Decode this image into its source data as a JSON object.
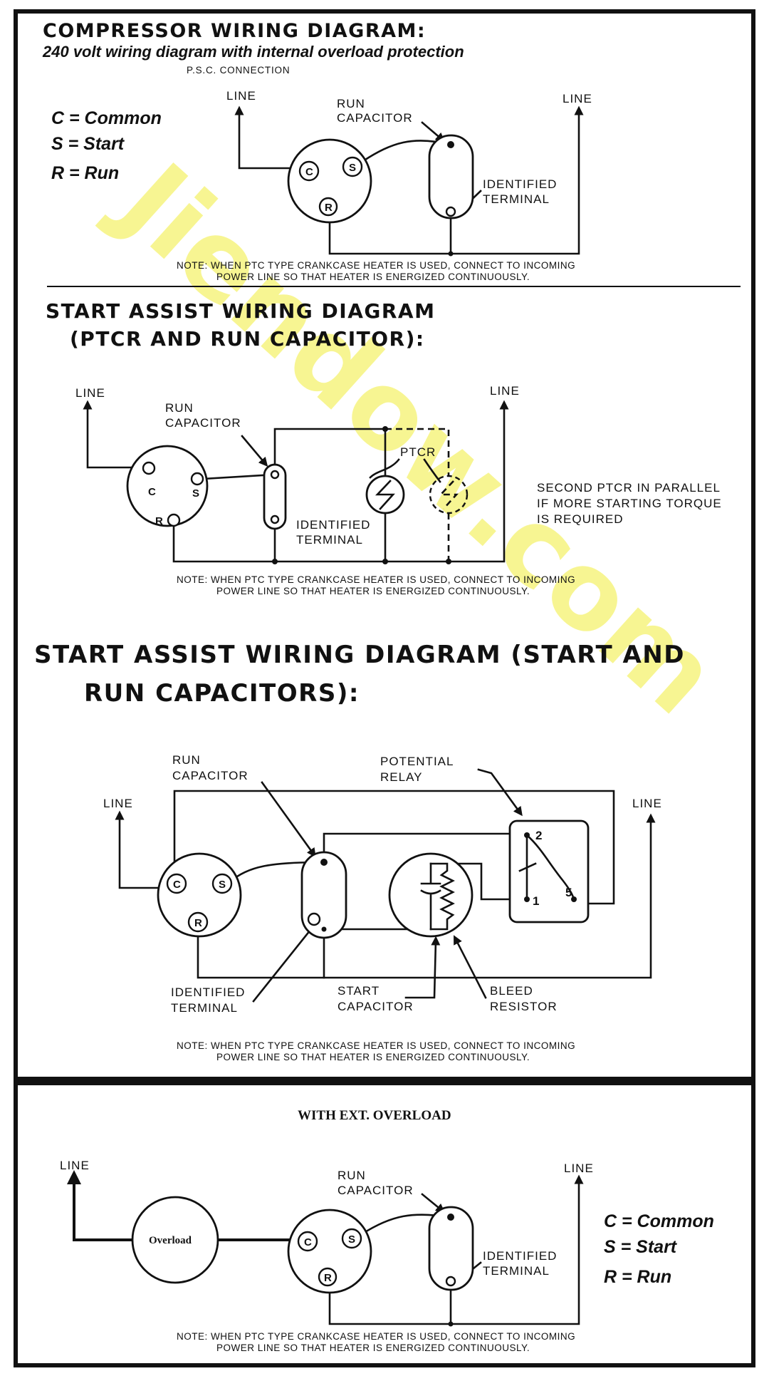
{
  "section1": {
    "title": "COMPRESSOR WIRING DIAGRAM:",
    "subtitle": "240 volt wiring diagram with internal overload protection",
    "connection_label": "P.S.C. CONNECTION",
    "legend": [
      "C = Common",
      "S = Start",
      "R = Run"
    ],
    "line_left": "LINE",
    "line_right": "LINE",
    "run_cap_1": "RUN",
    "run_cap_2": "CAPACITOR",
    "identified_1": "IDENTIFIED",
    "identified_2": "TERMINAL",
    "note_1": "NOTE: WHEN PTC TYPE CRANKCASE HEATER IS USED, CONNECT TO INCOMING",
    "note_2": "POWER LINE SO THAT HEATER IS ENERGIZED CONTINUOUSLY."
  },
  "section2": {
    "title_1": "START ASSIST WIRING DIAGRAM",
    "title_2": "(PTCR AND RUN CAPACITOR):",
    "line_left": "LINE",
    "line_right": "LINE",
    "run_cap_1": "RUN",
    "run_cap_2": "CAPACITOR",
    "ptcr": "PTCR",
    "identified_1": "IDENTIFIED",
    "identified_2": "TERMINAL",
    "side_note": [
      "SECOND PTCR IN PARALLEL",
      "IF MORE STARTING TORQUE",
      "IS REQUIRED"
    ],
    "note_1": "NOTE: WHEN PTC TYPE CRANKCASE HEATER IS USED, CONNECT TO INCOMING",
    "note_2": "POWER LINE SO THAT HEATER IS ENERGIZED CONTINUOUSLY."
  },
  "section3": {
    "title_1": "START ASSIST WIRING DIAGRAM (START AND",
    "title_2": "RUN CAPACITORS):",
    "line_left": "LINE",
    "line_right": "LINE",
    "run_cap_1": "RUN",
    "run_cap_2": "CAPACITOR",
    "relay_1": "POTENTIAL",
    "relay_2": "RELAY",
    "relay_pins": [
      "2",
      "1",
      "5"
    ],
    "identified_1": "IDENTIFIED",
    "identified_2": "TERMINAL",
    "start_cap_1": "START",
    "start_cap_2": "CAPACITOR",
    "bleed_1": "BLEED",
    "bleed_2": "RESISTOR",
    "note_1": "NOTE: WHEN PTC TYPE CRANKCASE HEATER IS USED, CONNECT TO INCOMING",
    "note_2": "POWER LINE SO THAT HEATER IS ENERGIZED CONTINUOUSLY."
  },
  "section4": {
    "title": "WITH EXT. OVERLOAD",
    "line_left": "LINE",
    "line_right": "LINE",
    "overload": "Overload",
    "run_cap_1": "RUN",
    "run_cap_2": "CAPACITOR",
    "identified_1": "IDENTIFIED",
    "identified_2": "TERMINAL",
    "legend": [
      "C = Common",
      "S = Start",
      "R = Run"
    ],
    "note_1": "NOTE: WHEN PTC TYPE CRANKCASE HEATER IS USED, CONNECT TO INCOMING",
    "note_2": "POWER LINE SO THAT HEATER IS ENERGIZED CONTINUOUSLY."
  },
  "terminals": {
    "c": "C",
    "s": "S",
    "r": "R"
  },
  "watermark": "Jiendow.com"
}
